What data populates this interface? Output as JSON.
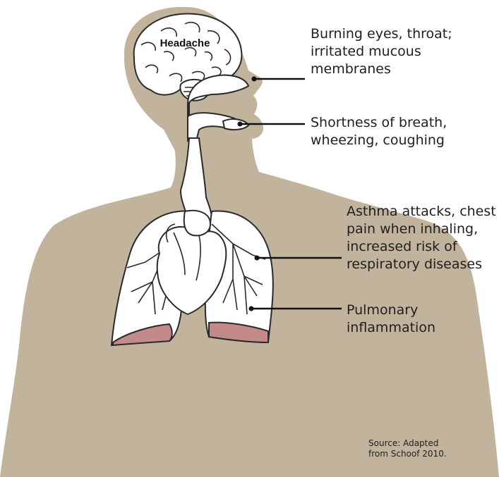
{
  "brain_label": "Headache",
  "callouts": {
    "eyes": [
      "Burning eyes, throat;",
      "irritated mucous",
      "membranes"
    ],
    "breath": [
      "Shortness of breath,",
      "wheezing, coughing"
    ],
    "asthma": [
      "Asthma attacks, chest",
      "pain when inhaling,",
      "increased risk of",
      "respiratory diseases"
    ],
    "pulmonary": [
      "Pulmonary",
      "inflammation"
    ]
  },
  "source": [
    "Source: Adapted",
    "from Schoof 2010."
  ],
  "colors": {
    "silhouette": "#c1b39c",
    "organ_fill": "#ffffff",
    "outline": "#2a2a2a",
    "inflammation": "#c48a8a",
    "leader_line": "#111111"
  }
}
